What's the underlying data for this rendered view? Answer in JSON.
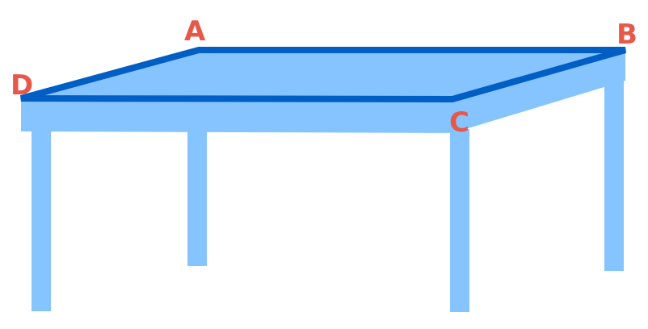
{
  "diagram": {
    "vertices": {
      "a": "A",
      "b": "B",
      "c": "C",
      "d": "D"
    }
  },
  "colors": {
    "table_fill": "#85c4ff",
    "outline": "#005ec4",
    "label": "#e8584a",
    "background": "#ffffff"
  }
}
